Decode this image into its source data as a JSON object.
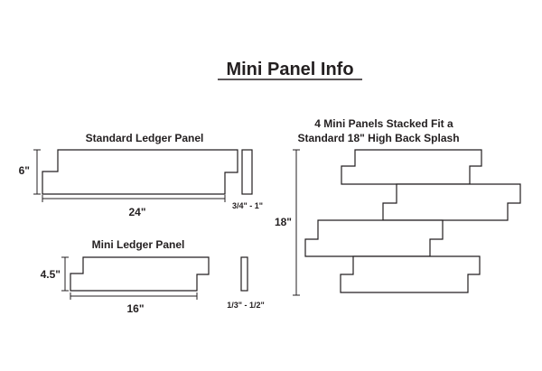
{
  "title": "Mini Panel Info",
  "standard_panel": {
    "label": "Standard Ledger Panel",
    "height": "6\"",
    "width": "24\"",
    "thickness": "3/4\" - 1\""
  },
  "mini_panel": {
    "label": "Mini Ledger Panel",
    "height": "4.5\"",
    "width": "16\"",
    "thickness": "1/3\" - 1/2\""
  },
  "stack": {
    "caption_line1": "4 Mini Panels Stacked Fit a",
    "caption_line2": "Standard 18\" High Back Splash",
    "height": "18\""
  },
  "colors": {
    "line": "#231f20",
    "background": "#ffffff"
  }
}
